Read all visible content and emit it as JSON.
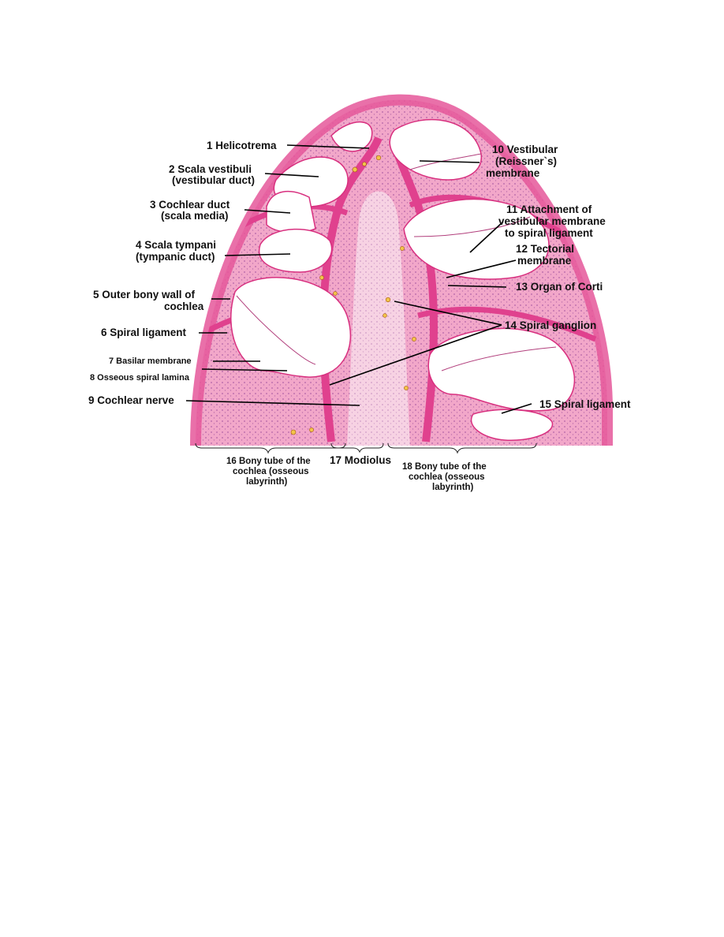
{
  "figure": {
    "labels": {
      "l1": "1 Helicotrema",
      "l2a": "2 Scala vestibuli",
      "l2b": "(vestibular duct)",
      "l3a": "3 Cochlear duct",
      "l3b": "(scala media)",
      "l4a": "4 Scala tympani",
      "l4b": "(tympanic duct)",
      "l5a": "5 Outer bony wall of",
      "l5b": "cochlea",
      "l6": "6 Spiral ligament",
      "l7": "7 Basilar membrane",
      "l8": "8 Osseous spiral lamina",
      "l9": "9 Cochlear nerve",
      "l10a": "10 Vestibular",
      "l10b": "(Reissner`s)",
      "l10c": "membrane",
      "l11a": "11 Attachment of",
      "l11b": "vestibular membrane",
      "l11c": "to spiral ligament",
      "l12a": "12 Tectorial",
      "l12b": "membrane",
      "l13": "13 Organ of Corti",
      "l14": "14 Spiral ganglion",
      "l15": "15 Spiral ligament",
      "l16a": "16 Bony tube of the",
      "l16b": "cochlea (osseous",
      "l16c": "labyrinth)",
      "l17": "17 Modiolus",
      "l18a": "18 Bony tube of the",
      "l18b": "cochlea (osseous",
      "l18c": "labyrinth)"
    },
    "colors": {
      "tissue": "#ec6aa6",
      "tissue_light": "#f6c4dc",
      "tissue_dark": "#d8307f",
      "lumen": "#ffffff",
      "background": "#ffffff"
    }
  }
}
